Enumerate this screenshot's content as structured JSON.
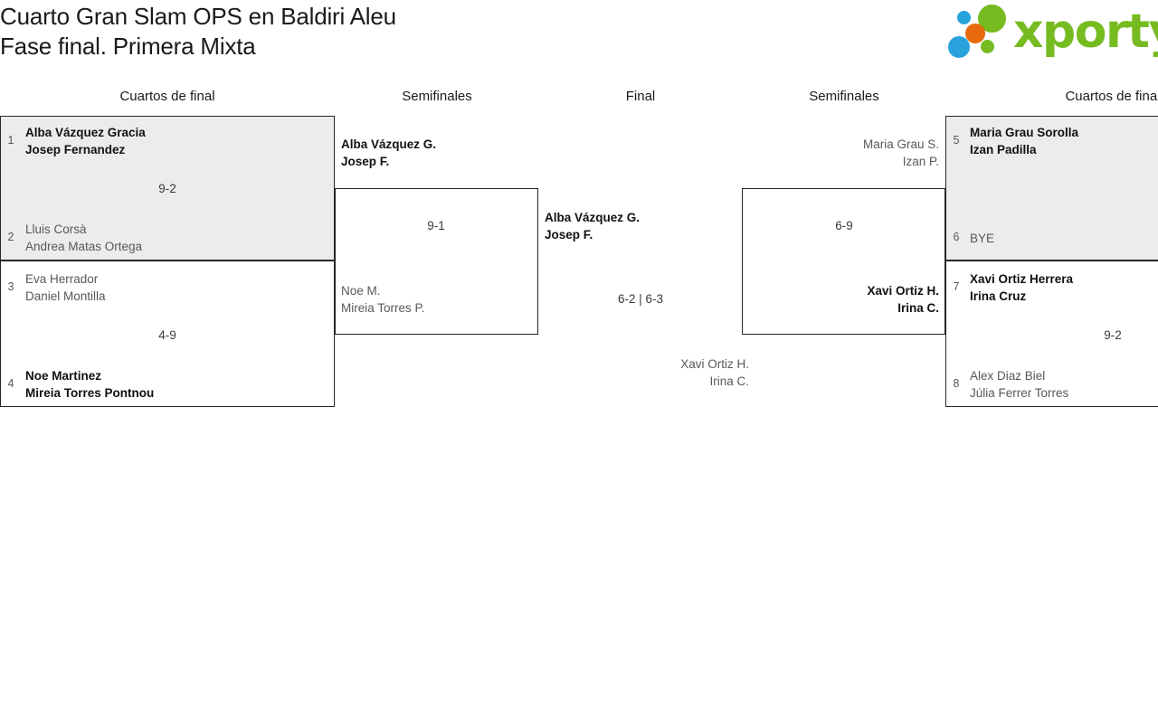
{
  "header": {
    "title": "Cuarto Gran Slam OPS en Baldiri Aleu\nFase final. Primera Mixta",
    "logo_text": "xporty",
    "logo_colors": {
      "green": "#76bc21",
      "blue": "#29a3dc",
      "orange": "#e8690b"
    }
  },
  "round_headers": {
    "left_quarters": "Cuartos de final",
    "left_semis": "Semifinales",
    "final": "Final",
    "right_semis": "Semifinales",
    "right_quarters": "Cuartos de final"
  },
  "bracket": {
    "left_quarterfinals": [
      {
        "seed_top": "1",
        "top_line1": "Alba Vázquez Gracia",
        "top_line2": "Josep Fernandez",
        "seed_bottom": "2",
        "bottom_line1": "Lluis Corsà",
        "bottom_line2": "Andrea Matas Ortega",
        "score": "9-2",
        "winner": "top"
      },
      {
        "seed_top": "3",
        "top_line1": "Eva Herrador",
        "top_line2": "Daniel Montilla",
        "seed_bottom": "4",
        "bottom_line1": "Noe Martinez",
        "bottom_line2": "Mireia Torres Pontnou",
        "score": "4-9",
        "winner": "bottom"
      }
    ],
    "left_semifinal": {
      "top_line1": "Alba Vázquez G.",
      "top_line2": "Josep F.",
      "bottom_line1": "Noe M.",
      "bottom_line2": "Mireia Torres P.",
      "score": "9-1",
      "winner": "top"
    },
    "final": {
      "top_line1": "Alba Vázquez G.",
      "top_line2": "Josep F.",
      "bottom_line1": "Xavi Ortiz H.",
      "bottom_line2": "Irina C.",
      "score": "6-2 | 6-3",
      "winner": "top"
    },
    "right_semifinal": {
      "top_line1": "Maria Grau S.",
      "top_line2": "Izan P.",
      "bottom_line1": "Xavi Ortiz H.",
      "bottom_line2": "Irina C.",
      "score": "6-9",
      "winner": "bottom"
    },
    "right_quarterfinals": [
      {
        "seed_top": "5",
        "top_line1": "Maria Grau Sorolla",
        "top_line2": "Izan Padilla",
        "seed_bottom": "6",
        "bottom_line1": "BYE",
        "bottom_line2": "",
        "score": "",
        "winner": "top"
      },
      {
        "seed_top": "7",
        "top_line1": "Xavi Ortiz Herrera",
        "top_line2": "Irina Cruz",
        "seed_bottom": "8",
        "bottom_line1": "Alex Diaz Biel",
        "bottom_line2": "Júlia Ferrer Torres",
        "score": "9-2",
        "winner": "top"
      }
    ]
  }
}
